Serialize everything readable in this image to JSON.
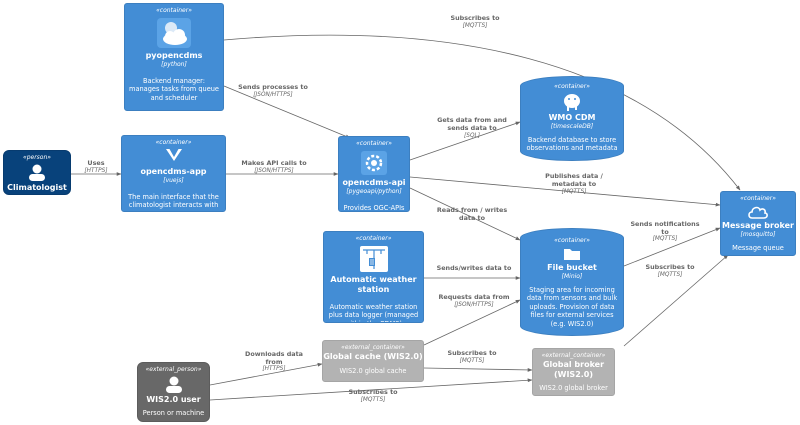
{
  "nodes": {
    "pyopencdms": {
      "stereotype": "«container»",
      "title": "pyopencdms",
      "tech": "[python]",
      "desc": "Backend manager: manages tasks from queue and scheduler"
    },
    "climatologist": {
      "stereotype": "«person»",
      "title": "Climatologist"
    },
    "opencdms_app": {
      "stereotype": "«container»",
      "title": "opencdms-app",
      "tech": "[vuejs]",
      "desc": "The main interface that the climatologist interacts with"
    },
    "opencdms_api": {
      "stereotype": "«container»",
      "title": "opencdms-api",
      "tech": "[pygeoapi/python]",
      "desc": "Provides OGC-APIs"
    },
    "wmo_cdm": {
      "stereotype": "«container»",
      "title": "WMO CDM",
      "tech": "[timescaleDB]",
      "desc": "Backend database to store observations and metadata"
    },
    "message_broker": {
      "stereotype": "«container»",
      "title": "Message broker",
      "tech": "[mosquitto]",
      "desc": "Message queue"
    },
    "aws": {
      "stereotype": "«container»",
      "title": "Automatic weather station",
      "desc": "Automatic weather station plus data logger (managed within the CDMS)"
    },
    "file_bucket": {
      "stereotype": "«container»",
      "title": "File bucket",
      "tech": "[Minio]",
      "desc": "Staging area for incoming data from sensors and bulk uploads. Provision of data files for external services (e.g. WIS2.0)"
    },
    "global_cache": {
      "stereotype": "«external_container»",
      "title": "Global cache (WIS2.0)",
      "desc": "WIS2.0 global cache"
    },
    "global_broker": {
      "stereotype": "«external_container»",
      "title": "Global broker (WIS2.0)",
      "desc": "WIS2.0 global broker"
    },
    "wis2_user": {
      "stereotype": "«external_person»",
      "title": "WIS2.0 user",
      "desc": "Person or machine"
    }
  },
  "edges": {
    "e1": {
      "label": "Subscribes to",
      "tech": "[MQTTS]"
    },
    "e2": {
      "label": "Sends processes to",
      "tech": "[JSON/HTTPS]"
    },
    "e3": {
      "label": "Uses",
      "tech": "[HTTPS]"
    },
    "e4": {
      "label": "Makes API calls to",
      "tech": "[JSON/HTTPS]"
    },
    "e5": {
      "label": "Gets data from and sends data to",
      "tech": "[SQL]"
    },
    "e6": {
      "label": "Publishes data / metadata to",
      "tech": "[MQTTS]"
    },
    "e7": {
      "label": "Reads from / writes data to",
      "tech": ""
    },
    "e8": {
      "label": "Sends/writes data to",
      "tech": ""
    },
    "e9": {
      "label": "Sends notifications to",
      "tech": "[MQTTS]"
    },
    "e10": {
      "label": "Subscribes to",
      "tech": "[MQTTS]"
    },
    "e11": {
      "label": "Requests data from",
      "tech": "[JSON/HTTPS]"
    },
    "e12": {
      "label": "Downloads data from",
      "tech": "[HTTPS]"
    },
    "e13": {
      "label": "Subscribes to",
      "tech": "[MQTTS]"
    },
    "e14": {
      "label": "Subscribes to",
      "tech": "[MQTTS]"
    }
  },
  "colors": {
    "container": "#438dd5",
    "person": "#08427b",
    "external_container": "#b3b3b3",
    "external_person": "#686868",
    "edge": "#666666"
  },
  "icons": {
    "pyopencdms": "cloud-sun-icon",
    "opencdms_app": "vue-logo-icon",
    "opencdms_api": "gear-icon",
    "wmo_cdm": "elephant-icon",
    "message_broker": "cloud-icon",
    "aws": "weather-station-icon",
    "file_bucket": "folder-icon",
    "climatologist": "person-icon",
    "wis2_user": "person-icon"
  }
}
